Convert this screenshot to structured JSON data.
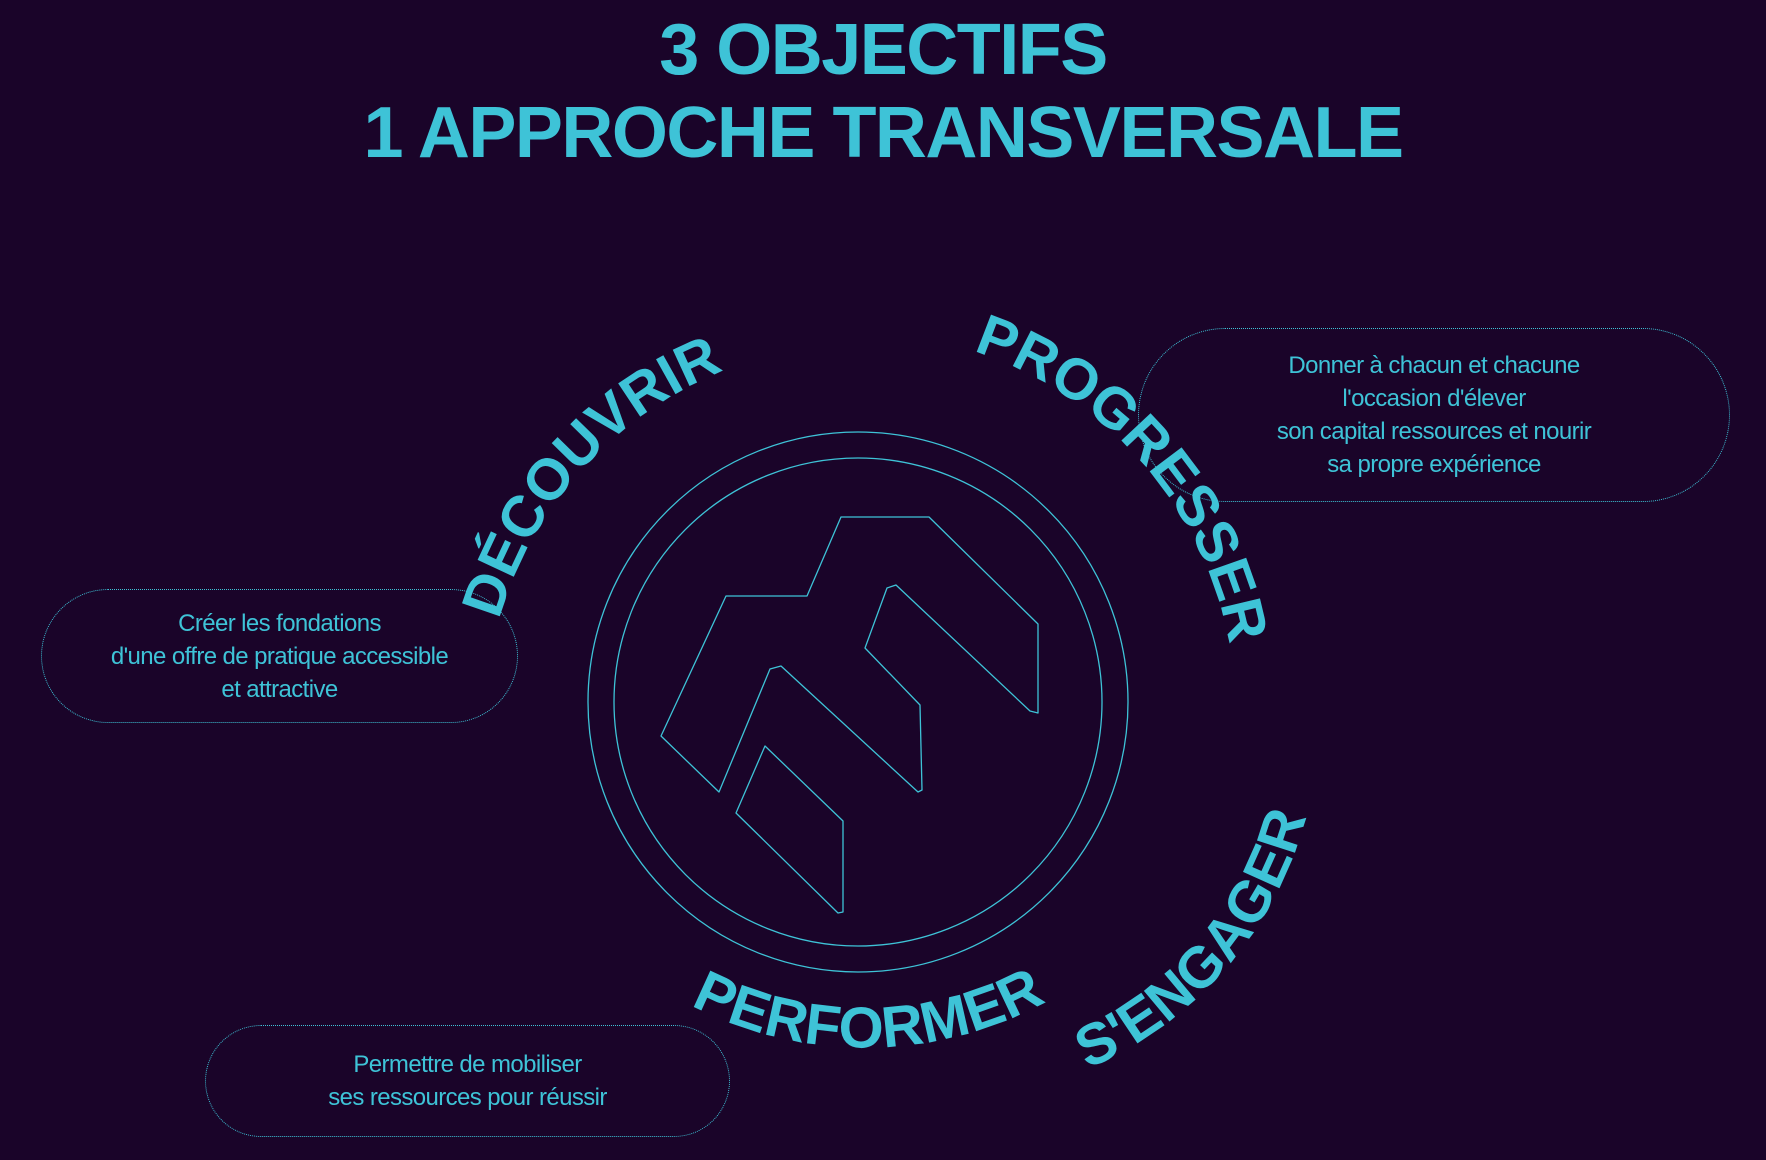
{
  "header": {
    "line1": "3 OBJECTIFS",
    "line2": "1 APPROCHE TRANSVERSALE"
  },
  "objectives": {
    "decouvrir": {
      "label": "DÉCOUVRIR",
      "description": [
        "Créer les fondations",
        "d'une offre de pratique accessible",
        "et attractive"
      ]
    },
    "progresser": {
      "label": "PROGRESSER",
      "description": [
        "Donner à chacun et chacune",
        "l'occasion d'élever",
        "son capital ressources et nourir",
        "sa propre expérience"
      ]
    },
    "performer": {
      "label": "PERFORMER",
      "description": [
        "Permettre de mobiliser",
        "ses ressources pour réussir"
      ]
    },
    "sengager": {
      "label": "S'ENGAGER"
    }
  },
  "colors": {
    "background": "#1a0429",
    "accent": "#3ec3d7"
  },
  "icons": {
    "center_emblem": "stylized-m-emblem-icon"
  }
}
